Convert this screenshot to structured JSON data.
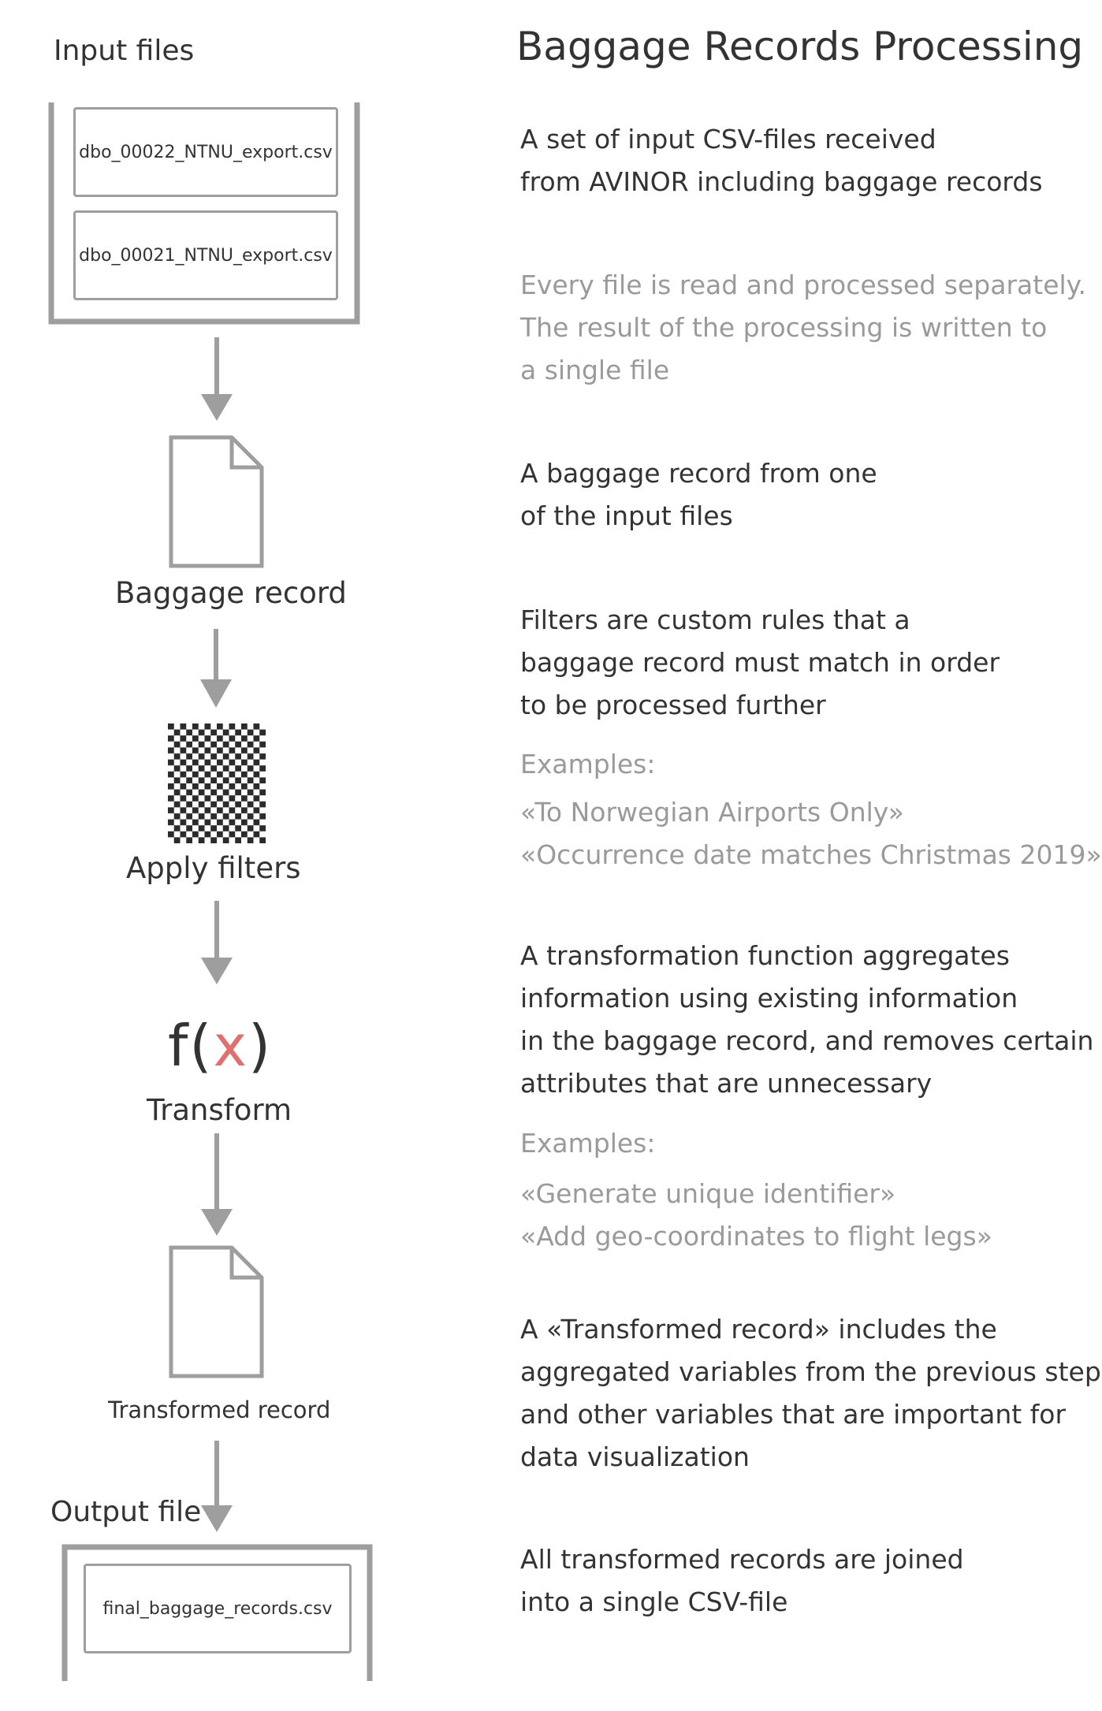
{
  "title": "Baggage Records Processing",
  "left": {
    "input_label": "Input files",
    "input_files": [
      "dbo_00022_NTNU_export.csv",
      "dbo_00021_NTNU_export.csv"
    ],
    "baggage_record_label": "Baggage record",
    "apply_filters_label": "Apply filters",
    "transform_symbol": {
      "f": "f(",
      "x": "x",
      "close": ")"
    },
    "transform_label": "Transform",
    "transformed_record_label": "Transformed record",
    "output_label": "Output file",
    "output_file": "final_baggage_records.csv"
  },
  "descriptions": {
    "input": [
      "A set of input CSV-files received",
      "from AVINOR including baggage records"
    ],
    "every_file": [
      "Every file is read and processed separately.",
      "The result of the processing is written to",
      "a single file"
    ],
    "baggage_record": [
      "A baggage record from one",
      "of the input files"
    ],
    "filters": [
      "Filters are custom rules that a",
      "baggage record must match in order",
      "to be processed further"
    ],
    "filters_examples_label": "Examples:",
    "filters_examples": [
      "«To Norwegian Airports Only»",
      "«Occurrence date matches Christmas 2019»"
    ],
    "transform": [
      "A transformation function aggregates",
      "information using existing information",
      "in the baggage record, and removes certain",
      "attributes that are unnecessary"
    ],
    "transform_examples_label": "Examples:",
    "transform_examples": [
      "«Generate unique identifier»",
      "«Add geo-coordinates to flight legs»"
    ],
    "transformed": [
      "A «Transformed record» includes the",
      "aggregated variables from the previous step,",
      "and other variables that are important for",
      "data visualization"
    ],
    "output": [
      "All transformed records are joined",
      "into a single CSV-file"
    ]
  },
  "colors": {
    "text": "#333333",
    "muted": "#9a9a9a",
    "stroke": "#9e9e9e",
    "accent_x": "#e07070"
  }
}
